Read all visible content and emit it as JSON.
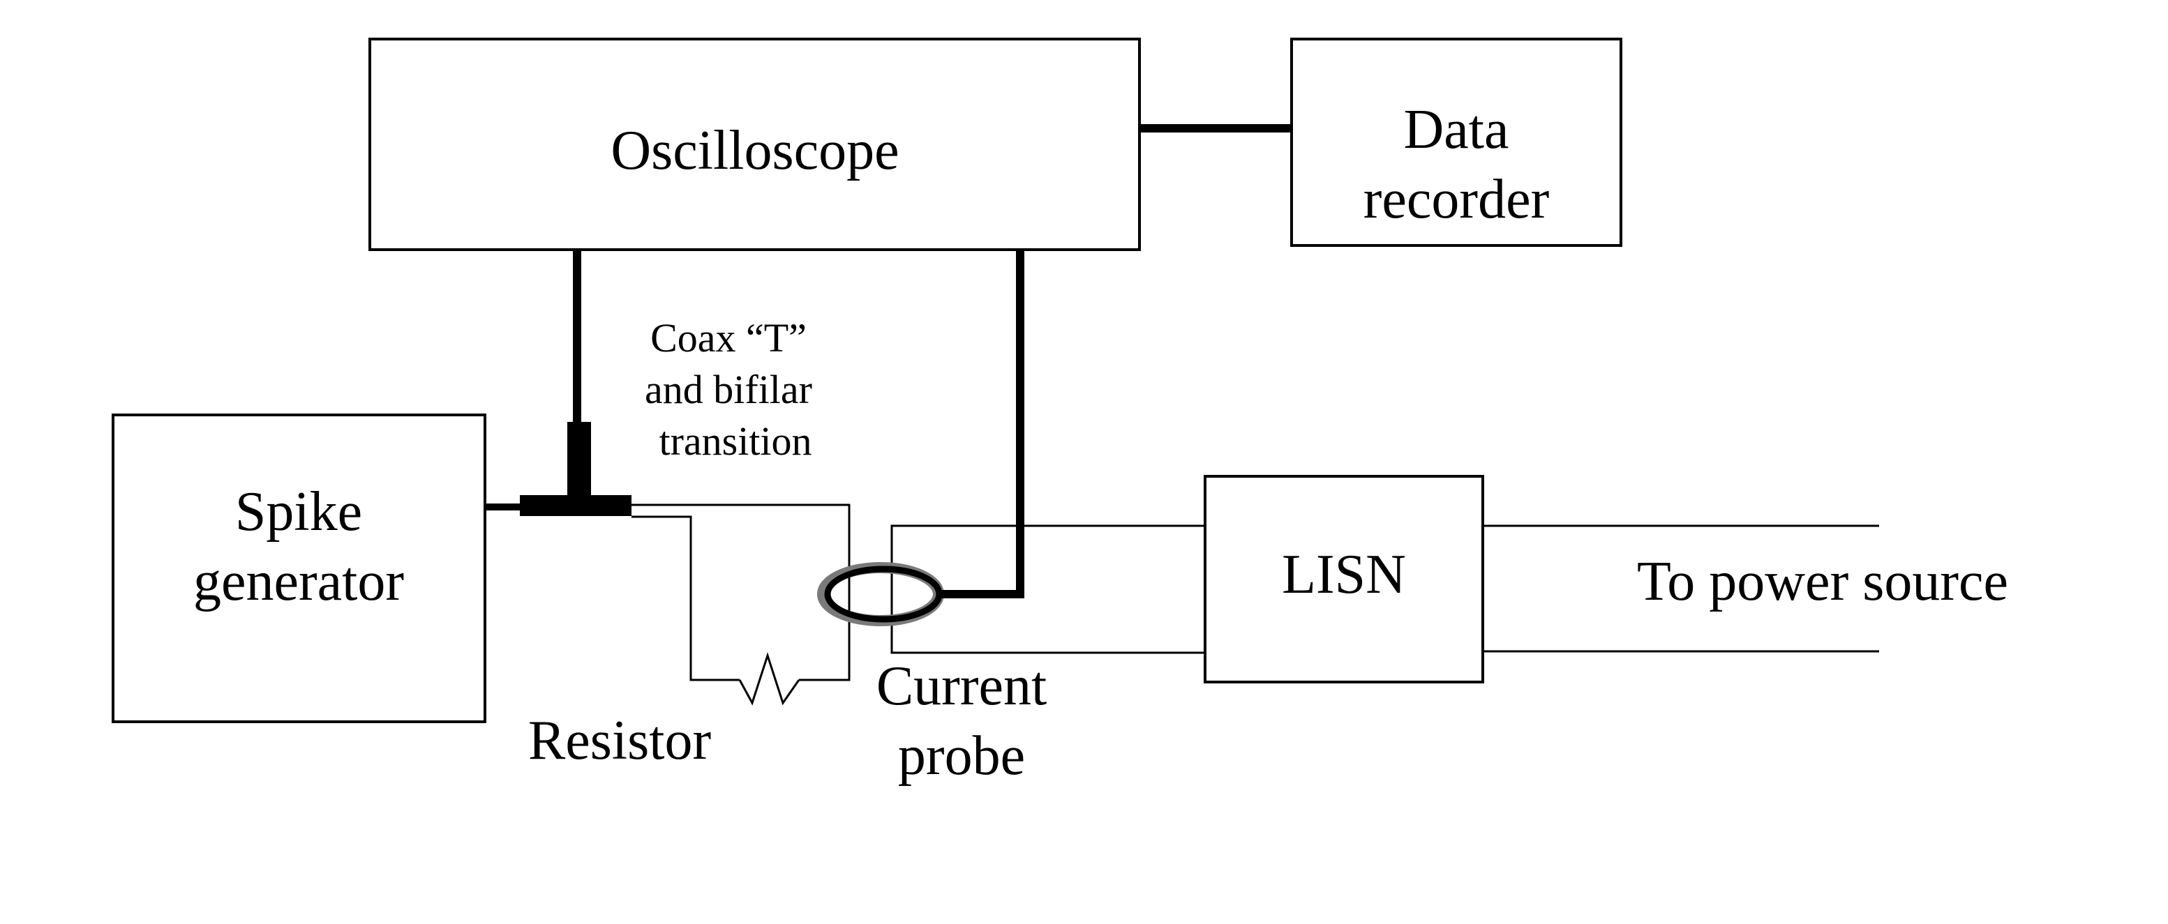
{
  "blocks": {
    "oscilloscope": {
      "label": "Oscilloscope"
    },
    "data_recorder": {
      "lines": [
        "Data",
        "recorder"
      ]
    },
    "spike_generator": {
      "lines": [
        "Spike",
        "generator"
      ]
    },
    "lisn": {
      "label": "LISN"
    }
  },
  "annotations": {
    "coax_t": [
      "Coax “T”",
      "and bifilar",
      "transition"
    ],
    "resistor": "Resistor",
    "current_probe": [
      "Current",
      "probe"
    ],
    "power_source": "To power source"
  },
  "colors": {
    "line": "#000000",
    "background": "#ffffff",
    "probe_ring": "#7a7a7a"
  }
}
